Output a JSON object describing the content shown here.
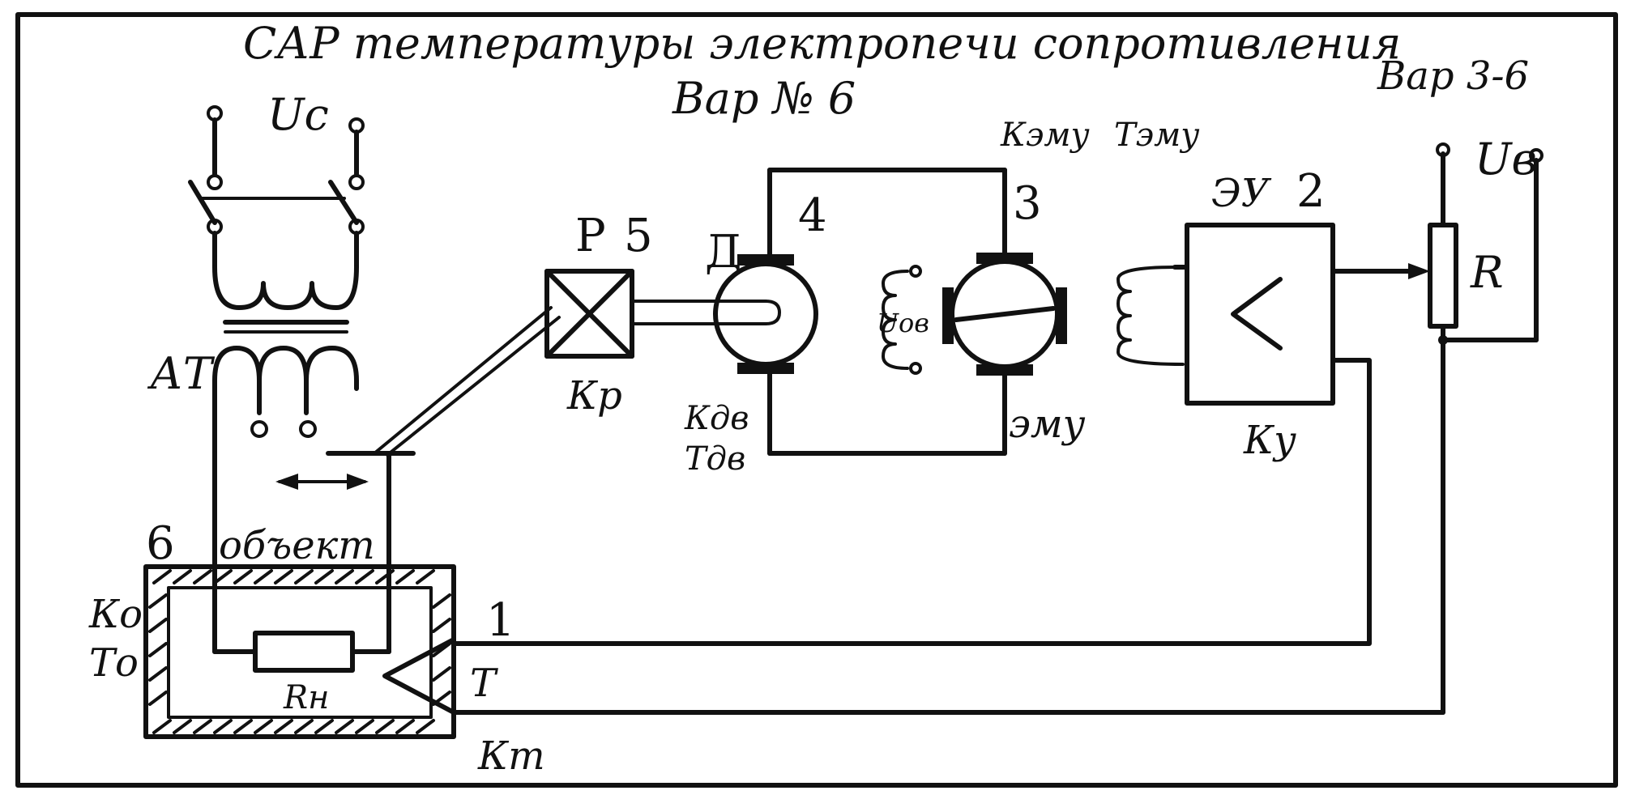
{
  "title": "САР температуры электропечи сопротивления",
  "variant": "Вар № 6",
  "variant_range": "Вар 3-6",
  "labels": {
    "supply_voltage": "Uc",
    "autotransformer": "АТ",
    "reducer": "Р",
    "reducer_number": "5",
    "reducer_gain": "Кр",
    "motor": "Д",
    "motor_number": "4",
    "motor_gain": "Кдв",
    "motor_time": "Тдв",
    "field_voltage": "Uов",
    "emu_number": "3",
    "emu_gain": "Кэму",
    "emu_time": "Тэму",
    "emu": "эму",
    "amplifier": "ЭУ",
    "amplifier_number": "2",
    "amplifier_gain": "Ку",
    "amplifier_symbol": "<",
    "reference_voltage": "Uв",
    "potentiometer": "R",
    "object_number": "6",
    "object": "объект",
    "object_gain": "Ко",
    "object_time": "То",
    "heater": "Rн",
    "sensor_number": "1",
    "sensor": "Т",
    "sensor_gain": "Кт"
  }
}
